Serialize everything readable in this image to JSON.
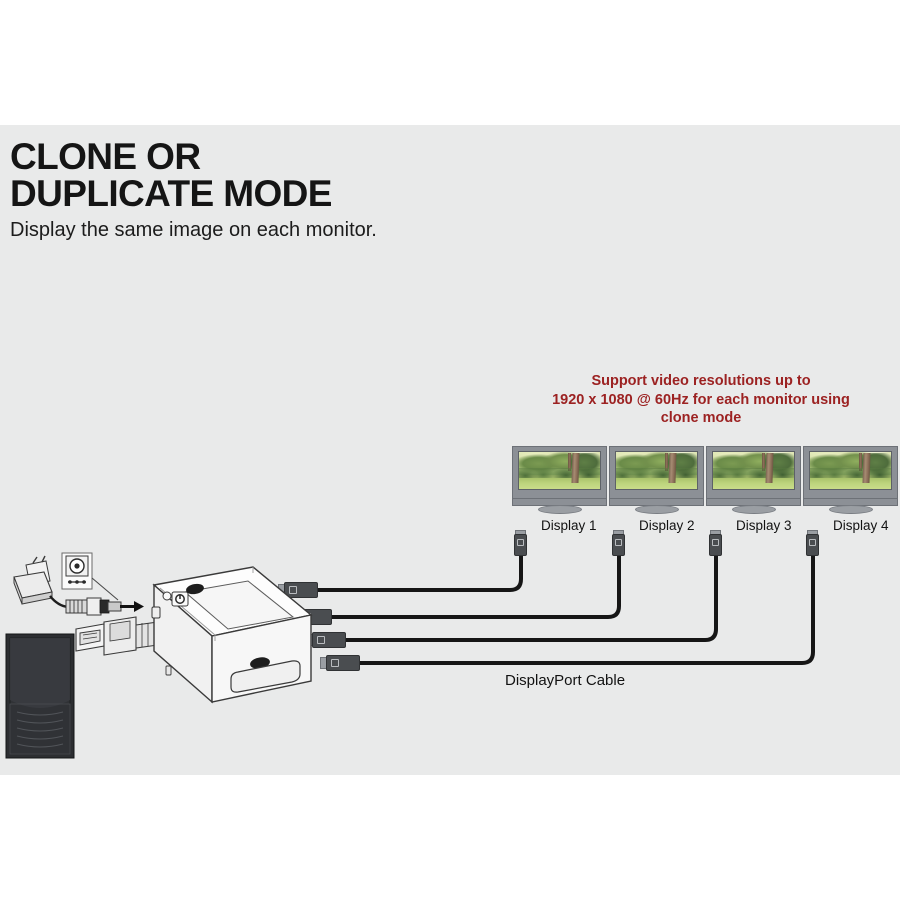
{
  "document": {
    "title_line_1": "CLONE OR",
    "title_line_2": "DUPLICATE MODE",
    "subtitle": "Display the same image on each monitor."
  },
  "callout": {
    "line_1": "Support video resolutions up to",
    "line_2": "1920 x 1080 @ 60Hz for each monitor using",
    "line_3": "clone mode",
    "color": "#9c2222"
  },
  "monitors": [
    {
      "label": "Display 1"
    },
    {
      "label": "Display 2"
    },
    {
      "label": "Display 3"
    },
    {
      "label": "Display 4"
    }
  ],
  "cables": {
    "label": "DisplayPort Cable",
    "count": 4
  },
  "devices": {
    "dock_name": "docking-station",
    "tower_name": "desktop-computer-tower",
    "power_adapter_name": "power-adapter",
    "usb_connector_name": "usb-type-a-connector",
    "dc_jack_callout_name": "dc-power-jack-polarity-callout"
  },
  "colors": {
    "panel_background": "#e9eaea",
    "page_background": "#ffffff",
    "monitor_bezel": "#8c9096",
    "cable": "#161616",
    "connector_body": "#4a4d50",
    "text": "#121212"
  }
}
